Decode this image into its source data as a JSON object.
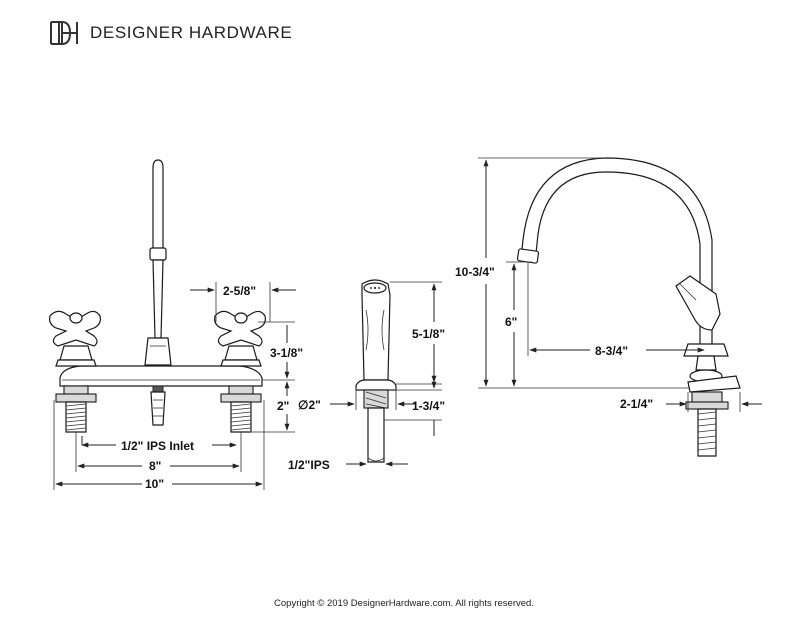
{
  "header": {
    "logo_icon": "dh-monogram-logo",
    "brand_name": "DESIGNER HARDWARE"
  },
  "dimensions": {
    "handle_spacing": "2-5/8\"",
    "handle_height": "3-1/8\"",
    "base_height": "2\"",
    "inlet": "1/2\" IPS Inlet",
    "center_spread": "8\"",
    "overall_width": "10\"",
    "sprayer_height": "5-1/8\"",
    "sprayer_diameter": "2\"",
    "sprayer_shank": "1-3/4\"",
    "sprayer_ips": "1/2\"IPS",
    "overall_height": "10-3/4\"",
    "spout_clearance": "6\"",
    "spout_reach": "8-3/4\"",
    "side_base": "2-1/4\""
  },
  "footer": {
    "copyright": "Copyright © 2019 DesignerHardware.com. All rights reserved."
  },
  "colors": {
    "line": "#222222",
    "text": "#111111"
  }
}
